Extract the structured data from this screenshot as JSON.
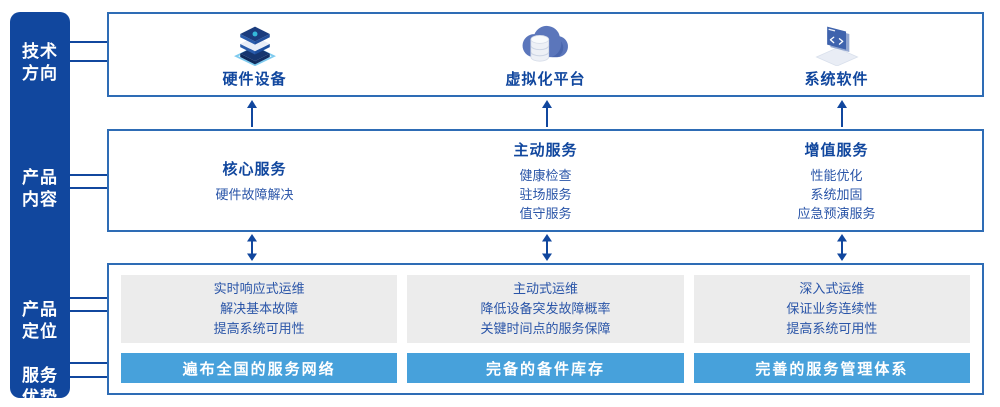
{
  "colors": {
    "navy": "#11479E",
    "box_border": "#2E6CB5",
    "bar_blue": "#47A1DB",
    "panel_gray": "#ECECEC",
    "body_text_blue": "#2A55A8"
  },
  "sidebar": {
    "items": [
      {
        "line1": "技术",
        "line2": "方向"
      },
      {
        "line1": "产品",
        "line2": "内容"
      },
      {
        "line1": "产品",
        "line2": "定位"
      },
      {
        "line1": "服务",
        "line2": "优势"
      }
    ]
  },
  "tech_row": {
    "items": [
      {
        "icon": "server-stack-icon",
        "label": "硬件设备"
      },
      {
        "icon": "cloud-database-icon",
        "label": "虚拟化平台"
      },
      {
        "icon": "code-window-icon",
        "label": "系统软件"
      }
    ]
  },
  "content_row": {
    "items": [
      {
        "title": "核心服务",
        "lines": [
          "硬件故障解决"
        ]
      },
      {
        "title": "主动服务",
        "lines": [
          "健康检查",
          "驻场服务",
          "值守服务"
        ]
      },
      {
        "title": "增值服务",
        "lines": [
          "性能优化",
          "系统加固",
          "应急预演服务"
        ]
      }
    ]
  },
  "position_row": {
    "items": [
      {
        "lines": [
          "实时响应式运维",
          "解决基本故障",
          "提高系统可用性"
        ],
        "advantage": "遍布全国的服务网络"
      },
      {
        "lines": [
          "主动式运维",
          "降低设备突发故障概率",
          "关键时间点的服务保障"
        ],
        "advantage": "完备的备件库存"
      },
      {
        "lines": [
          "深入式运维",
          "保证业务连续性",
          "提高系统可用性"
        ],
        "advantage": "完善的服务管理体系"
      }
    ]
  }
}
